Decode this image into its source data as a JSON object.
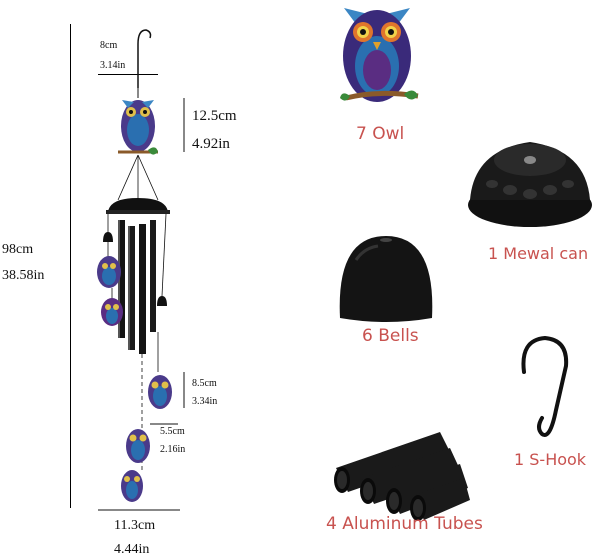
{
  "measurements": {
    "hook_cm": "8cm",
    "hook_in": "3.14in",
    "owl_cm": "12.5cm",
    "owl_in": "4.92in",
    "total_cm": "98cm",
    "total_in": "38.58in",
    "small_owl_cm": "8.5cm",
    "small_owl_in": "3.34in",
    "width_small_cm": "5.5cm",
    "width_small_in": "2.16in",
    "bottom_cm": "11.3cm",
    "bottom_in": "4.44in"
  },
  "components": {
    "owl": "7 Owl",
    "mewal_can": "1 Mewal can",
    "bells": "6 Bells",
    "hook": "1 S-Hook",
    "tubes": "4 Aluminum Tubes"
  },
  "colors": {
    "label": "#c8524f",
    "owl_blue": "#2a6fb0",
    "owl_purple": "#5a2d82",
    "owl_orange": "#e0752c"
  }
}
